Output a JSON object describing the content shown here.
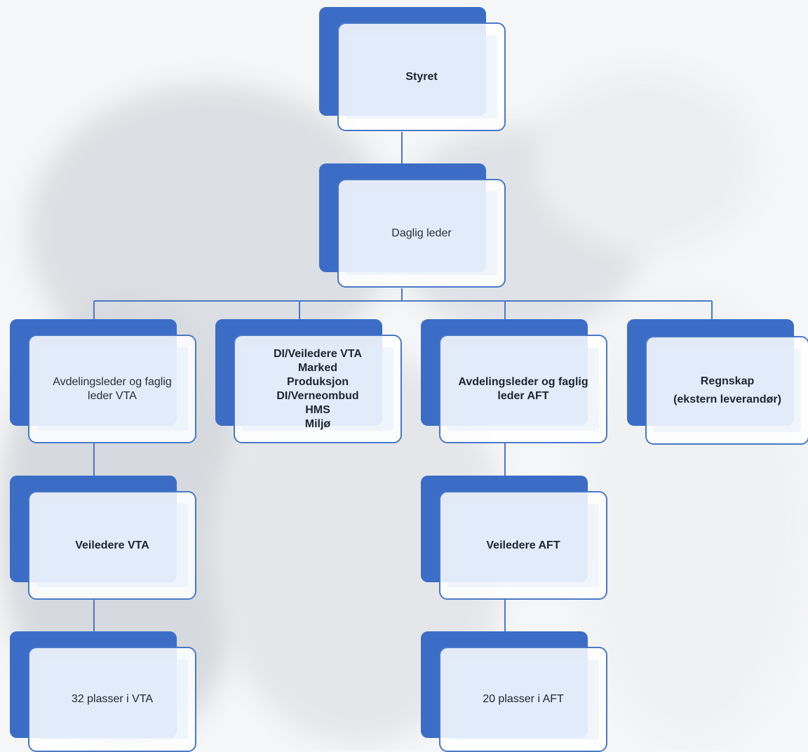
{
  "nodes": {
    "styret": {
      "lines": [
        "Styret"
      ]
    },
    "daglig_leder": {
      "lines": [
        "Daglig leder"
      ]
    },
    "avd_vta": {
      "lines": [
        "Avdelingsleder og faglig",
        "leder VTA"
      ]
    },
    "di_group": {
      "lines": [
        "DI/Veiledere VTA",
        "Marked",
        "Produksjon",
        "DI/Verneombud",
        "HMS",
        "Miljø"
      ]
    },
    "avd_aft": {
      "lines": [
        "Avdelingsleder og faglig",
        "leder AFT"
      ]
    },
    "regnskap": {
      "lines": [
        "Regnskap",
        "(ekstern leverandør)"
      ]
    },
    "veiledere_vta": {
      "lines": [
        "Veiledere VTA"
      ]
    },
    "veiledere_aft": {
      "lines": [
        "Veiledere AFT"
      ]
    },
    "plasser_vta": {
      "lines": [
        "32 plasser i VTA"
      ]
    },
    "plasser_aft": {
      "lines": [
        "20 plasser i AFT"
      ]
    }
  },
  "colors": {
    "shadow": "#3b6dc6",
    "border": "#4a78c8",
    "connector": "#4a78c8"
  }
}
